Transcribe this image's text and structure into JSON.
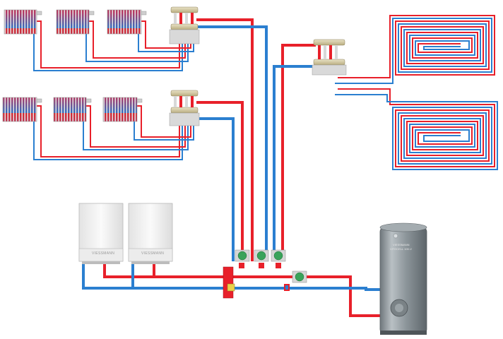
{
  "colors": {
    "supply": "#e8202a",
    "return": "#2b7fd0",
    "background": "#ffffff",
    "boiler_body": "#f2f2f2",
    "tank_body": "#8e979c"
  },
  "boilers": [
    {
      "brand": "VIESSMANN"
    },
    {
      "brand": "VIESSMANN"
    }
  ],
  "tank": {
    "brand": "VIESSMANN",
    "model": "VITOCELL 100-V"
  },
  "manifolds": [
    {
      "name": "radiator-manifold-upper"
    },
    {
      "name": "radiator-manifold-lower"
    },
    {
      "name": "underfloor-manifold"
    }
  ],
  "radiator_count": 6,
  "underfloor_loop_count": 2,
  "pump_count": 4
}
